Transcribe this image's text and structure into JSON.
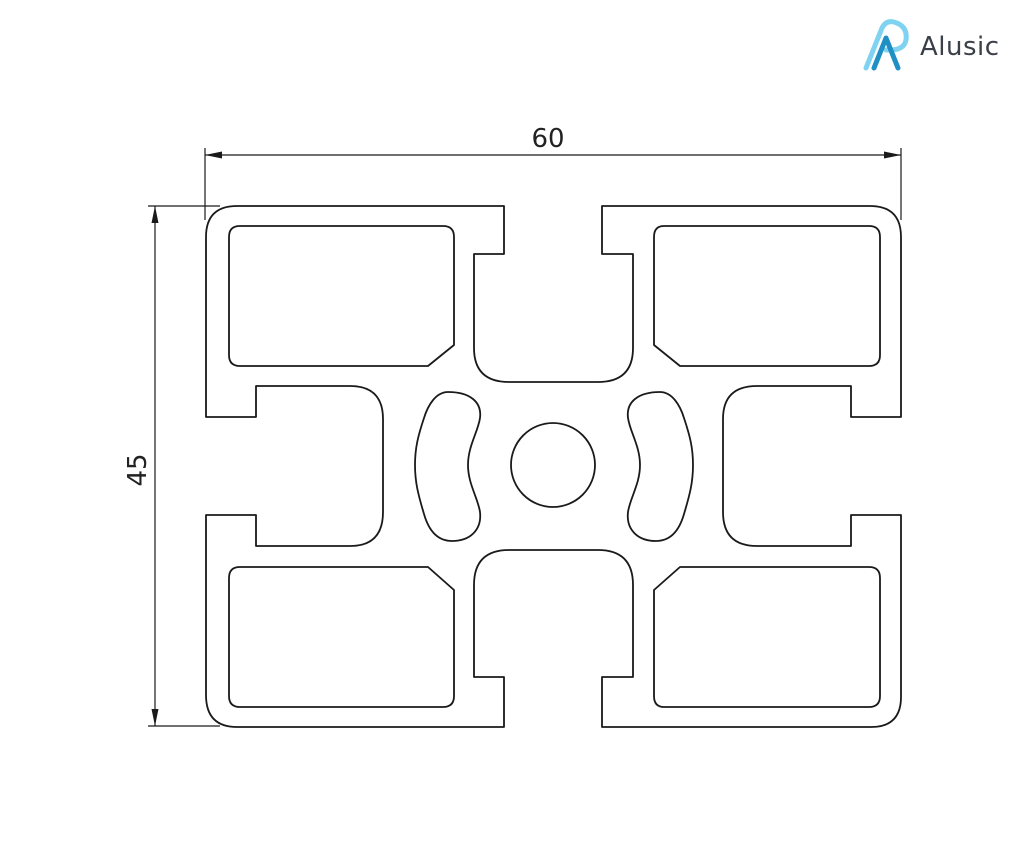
{
  "brand": {
    "name": "Alusic",
    "colors": {
      "accent_light": "#7fd3f0",
      "accent_dark": "#1f8fc4",
      "text": "#3a3f48"
    }
  },
  "drawing": {
    "width_dimension": "60",
    "height_dimension": "45",
    "line_color": "#1a1a1a"
  }
}
